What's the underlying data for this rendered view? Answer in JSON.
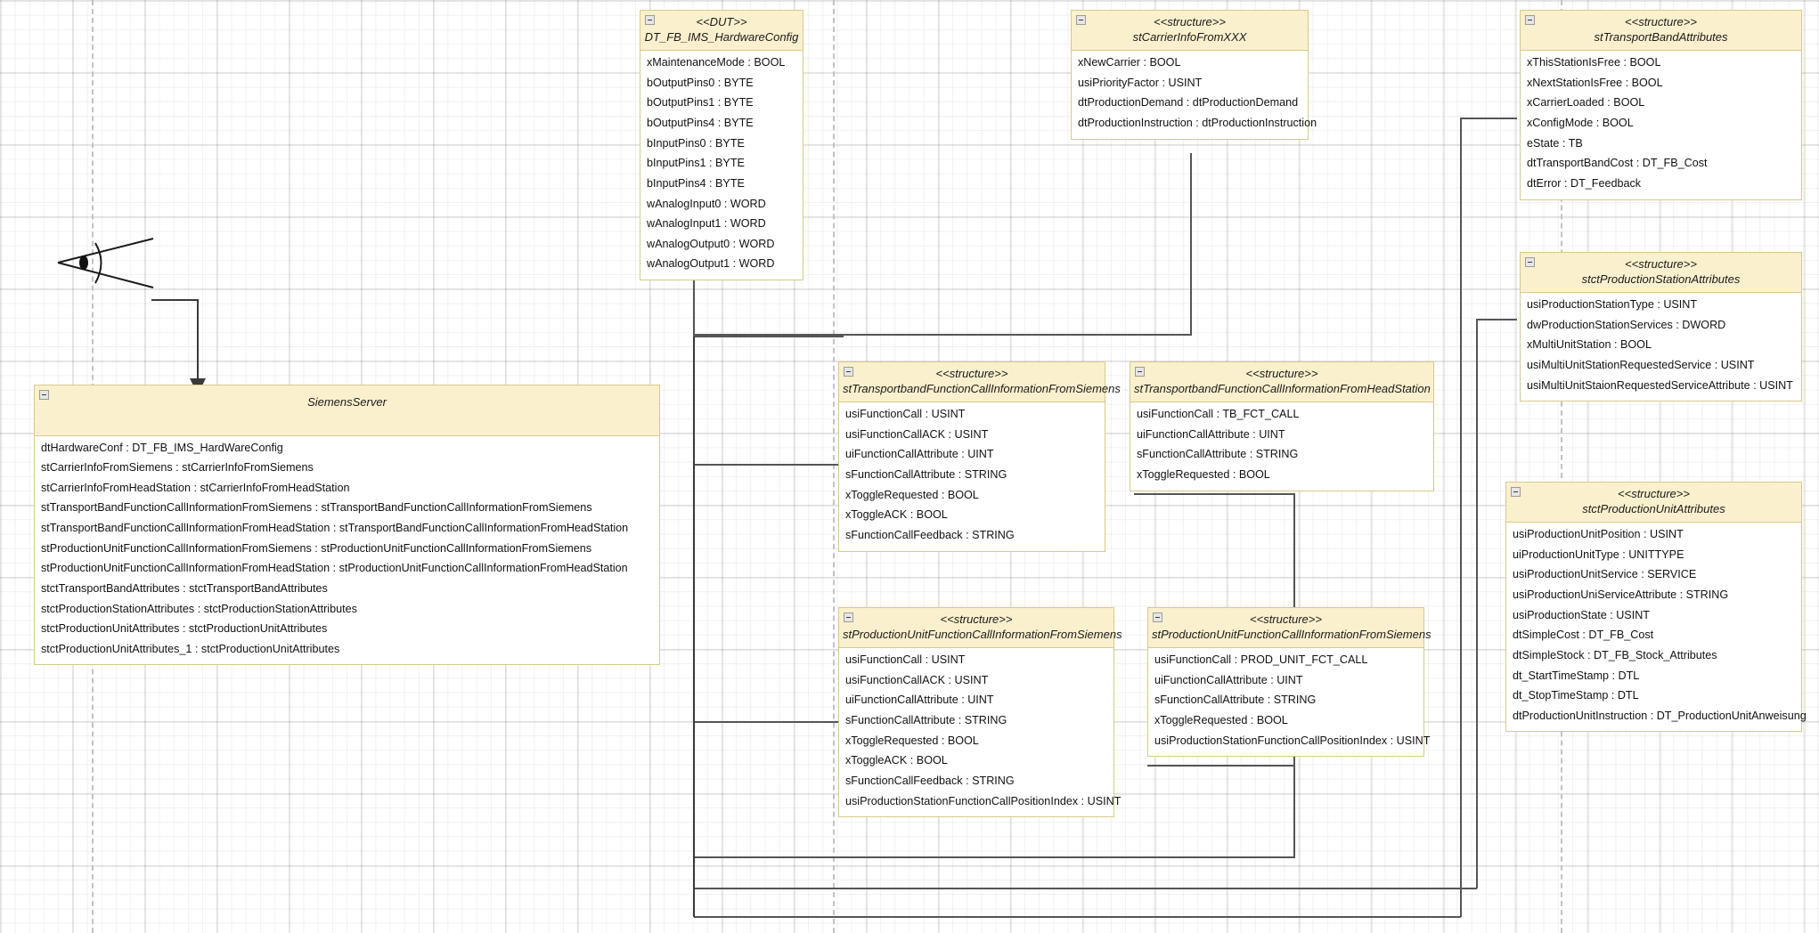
{
  "diagram": {
    "title": "SiemensServer structure diagram",
    "accent_header_fill": "#fbf0cd",
    "accent_border": "#d6c98a",
    "connector_color": "#555555",
    "grid_minor_color": "#f0f0f0",
    "grid_major_color": "#d8d8d8"
  },
  "glyphs": {
    "eye": "view-point-eye-glyph"
  },
  "boxes": [
    {
      "id": "dt_fb_ims_hardwareconfig",
      "stereotype": "<<DUT>>",
      "name": "DT_FB_IMS_HardwareConfig",
      "attrs": [
        "xMaintenanceMode : BOOL",
        "bOutputPins0 : BYTE",
        "bOutputPins1 : BYTE",
        "bOutputPins4 : BYTE",
        "bInputPins0 : BYTE",
        "bInputPins1 : BYTE",
        "bInputPins4 : BYTE",
        "wAnalogInput0 : WORD",
        "wAnalogInput1 : WORD",
        "wAnalogOutput0 : WORD",
        "wAnalogOutput1 : WORD"
      ]
    },
    {
      "id": "stcarrierinfofromxxx",
      "stereotype": "<<structure>>",
      "name": "stCarrierInfoFromXXX",
      "attrs": [
        "xNewCarrier : BOOL",
        "usiPriorityFactor : USINT",
        "dtProductionDemand : dtProductionDemand",
        "dtProductionInstruction : dtProductionInstruction"
      ]
    },
    {
      "id": "sttransportbandattributes",
      "stereotype": "<<structure>>",
      "name": "stTransportBandAttributes",
      "attrs": [
        "xThisStationIsFree : BOOL",
        "xNextStationIsFree : BOOL",
        "xCarrierLoaded : BOOL",
        "xConfigMode : BOOL",
        "eState : TB",
        "dtTransportBandCost : DT_FB_Cost",
        "dtError : DT_Feedback"
      ]
    },
    {
      "id": "stctproductionstationattributes",
      "stereotype": "<<structure>>",
      "name": "stctProductionStationAttributes",
      "attrs": [
        "usiProductionStationType : USINT",
        "dwProductionStationServices : DWORD",
        "xMultiUnitStation : BOOL",
        "usiMultiUnitStationRequestedService : USINT",
        "usiMultiUnitStaionRequestedServiceAttribute : USINT"
      ]
    },
    {
      "id": "stctproductionunitattributes",
      "stereotype": "<<structure>>",
      "name": "stctProductionUnitAttributes",
      "attrs": [
        "usiProductionUnitPosition : USINT",
        "uiProductionUnitType : UNITTYPE",
        "usiProductionUnitService : SERVICE",
        "usiProductionUniServiceAttribute : STRING",
        "usiProductionState : USINT",
        "dtSimpleCost : DT_FB_Cost",
        "dtSimpleStock : DT_FB_Stock_Attributes",
        "dt_StartTimeStamp : DTL",
        "dt_StopTimeStamp : DTL",
        "dtProductionUnitInstruction : DT_ProductionUnitAnweisung"
      ]
    },
    {
      "id": "siemensserver",
      "stereotype": "",
      "name": "SiemensServer",
      "attrs": [
        "dtHardwareConf : DT_FB_IMS_HardWareConfig",
        "stCarrierInfoFromSiemens : stCarrierInfoFromSiemens",
        "stCarrierInfoFromHeadStation : stCarrierInfoFromHeadStation",
        "stTransportBandFunctionCallInformationFromSiemens : stTransportBandFunctionCallInformationFromSiemens",
        "stTransportBandFunctionCallInformationFromHeadStation : stTransportBandFunctionCallInformationFromHeadStation",
        "stProductionUnitFunctionCallInformationFromSiemens : stProductionUnitFunctionCallInformationFromSiemens",
        "stProductionUnitFunctionCallInformationFromHeadStation : stProductionUnitFunctionCallInformationFromHeadStation",
        "stctTransportBandAttributes : stctTransportBandAttributes",
        "stctProductionStationAttributes : stctProductionStationAttributes",
        "stctProductionUnitAttributes : stctProductionUnitAttributes",
        "stctProductionUnitAttributes_1 : stctProductionUnitAttributes"
      ]
    },
    {
      "id": "sttransportbandfci_siemens",
      "stereotype": "<<structure>>",
      "name": "stTransportbandFunctionCallInformationFromSiemens",
      "attrs": [
        "usiFunctionCall : USINT",
        "usiFunctionCallACK : USINT",
        "uiFunctionCallAttribute : UINT",
        "sFunctionCallAttribute : STRING",
        "xToggleRequested : BOOL",
        "xToggleACK : BOOL",
        "sFunctionCallFeedback : STRING"
      ]
    },
    {
      "id": "sttransportbandfci_headstation",
      "stereotype": "<<structure>>",
      "name": "stTransportbandFunctionCallInformationFromHeadStation",
      "attrs": [
        "usiFunctionCall : TB_FCT_CALL",
        "uiFunctionCallAttribute : UINT",
        "sFunctionCallAttribute : STRING",
        "xToggleRequested : BOOL"
      ]
    },
    {
      "id": "stproductionunitfci_siemens_left",
      "stereotype": "<<structure>>",
      "name": "stProductionUnitFunctionCallInformationFromSiemens",
      "attrs": [
        "usiFunctionCall : USINT",
        "usiFunctionCallACK : USINT",
        "uiFunctionCallAttribute : UINT",
        "sFunctionCallAttribute : STRING",
        "xToggleRequested : BOOL",
        "xToggleACK : BOOL",
        "sFunctionCallFeedback : STRING",
        "usiProductionStationFunctionCallPositionIndex : USINT"
      ]
    },
    {
      "id": "stproductionunitfci_siemens_right",
      "stereotype": "<<structure>>",
      "name": "stProductionUnitFunctionCallInformationFromSiemens",
      "attrs": [
        "usiFunctionCall : PROD_UNIT_FCT_CALL",
        "uiFunctionCallAttribute : UINT",
        "sFunctionCallAttribute : STRING",
        "xToggleRequested : BOOL",
        "usiProductionStationFunctionCallPositionIndex : USINT"
      ]
    }
  ]
}
